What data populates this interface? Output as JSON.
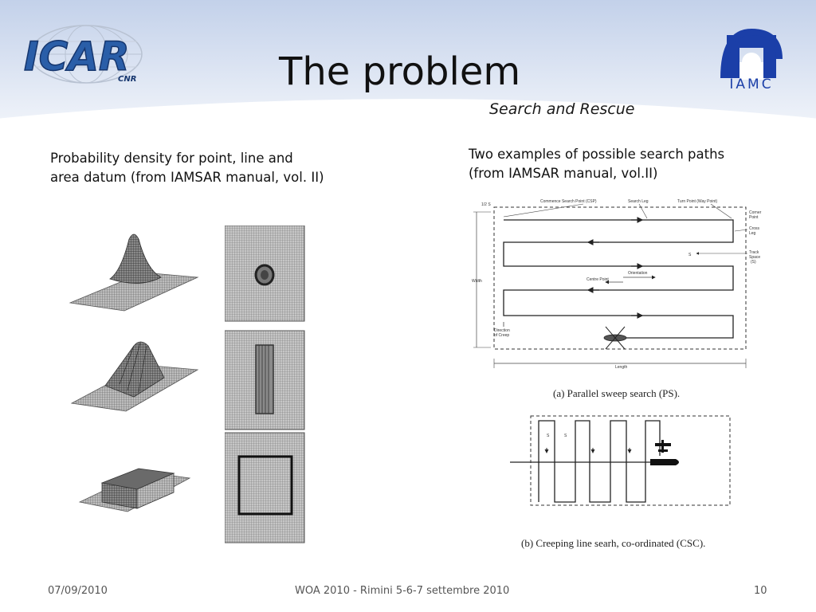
{
  "header": {
    "title": "The problem",
    "subtitle": "Search and Rescue",
    "logo_left": {
      "name": "ICAR",
      "sub": "CNR"
    },
    "logo_right": {
      "name": "IAMC"
    }
  },
  "left_panel": {
    "caption_line1": "Probability density for point, line and",
    "caption_line2": "area datum (from IAMSAR manual, vol. II)"
  },
  "right_panel": {
    "caption_line1": "Two examples of possible search paths",
    "caption_line2": "(from IAMSAR manual, vol.II)",
    "figure_a": {
      "caption": "(a) Parallel sweep search (PS).",
      "labels": {
        "csp": "Commence Search Point (CSP)",
        "search_leg": "Search Leg",
        "turn_point": "Turn Point (Way Point)",
        "corner_point_1": "Corner",
        "corner_point_2": "Point",
        "cross_leg_1": "Cross",
        "cross_leg_2": "Leg",
        "track_spacing_1": "Track",
        "track_spacing_2": "Space",
        "track_spacing_3": "(S)",
        "orientation": "Orientation",
        "centre_point": "Centre Point",
        "width": "Width",
        "direction_1": "Direction",
        "direction_2": "of Creep",
        "length": "Length",
        "half_s": "1/2 S",
        "s": "S"
      }
    },
    "figure_b": {
      "caption": "(b) Creeping line searh, co-ordinated (CSC).",
      "s_label": "S"
    }
  },
  "footer": {
    "date": "07/09/2010",
    "event": "WOA 2010 - Rimini 5-6-7 settembre 2010",
    "page": "10"
  },
  "colors": {
    "header_gradient_top": "#c9d5ea",
    "header_gradient_bottom": "#e9eef7",
    "logo_blue": "#1b3fa8",
    "icar_blue": "#2a5ea8"
  }
}
